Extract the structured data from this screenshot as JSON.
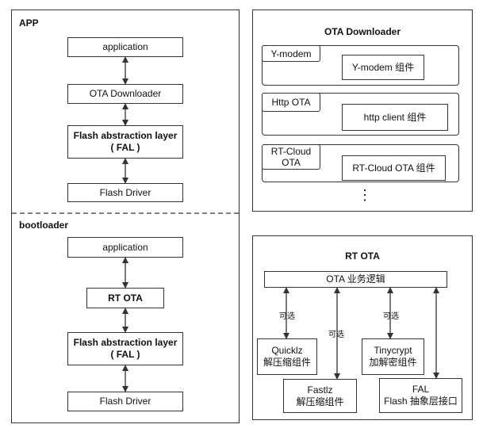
{
  "app": {
    "title": "APP",
    "application": "application",
    "ota_downloader": "OTA Downloader",
    "fal": "Flash abstraction layer\n( FAL )",
    "flash_driver": "Flash Driver"
  },
  "bootloader": {
    "title": "bootloader",
    "application": "application",
    "rt_ota": "RT OTA",
    "fal": "Flash abstraction layer\n( FAL )",
    "flash_driver": "Flash Driver"
  },
  "ota_downloader": {
    "title": "OTA Downloader",
    "ymodem_tab": "Y-modem",
    "ymodem_component": "Y-modem 组件",
    "http_tab": "Http OTA",
    "http_component": "http client 组件",
    "rtcloud_tab": "RT-Cloud\nOTA",
    "rtcloud_component": "RT-Cloud OTA 组件",
    "ellipsis": "⋮"
  },
  "rt_ota_panel": {
    "title": "RT OTA",
    "logic": "OTA 业务逻辑",
    "optional_1": "可选",
    "optional_2": "可选",
    "optional_3": "可选",
    "quicklz": "Quicklz\n解压缩组件",
    "fastlz": "Fastlz\n解压缩组件",
    "tinycrypt": "Tinycrypt\n加解密组件",
    "fal": "FAL\nFlash 抽象层接口"
  }
}
